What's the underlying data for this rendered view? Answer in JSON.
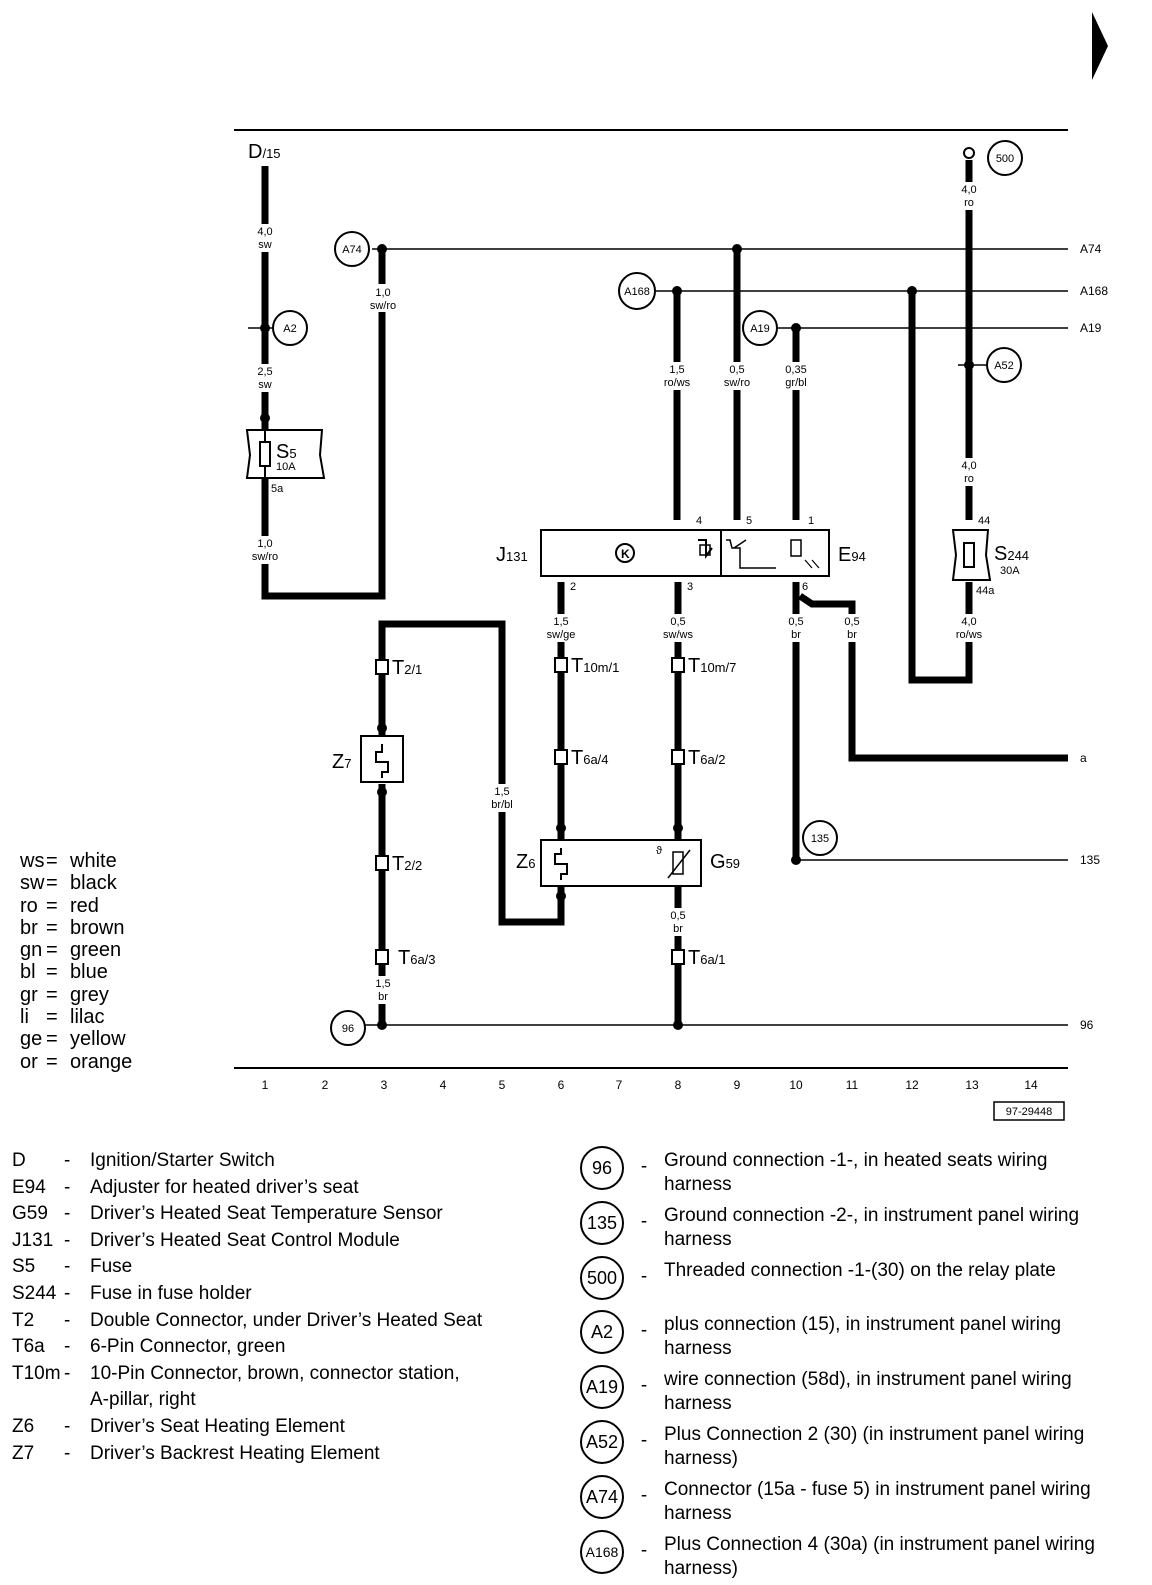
{
  "page_arrow_icon": "right-triangle-icon",
  "doc_number": "97-29448",
  "column_numbers": [
    "1",
    "2",
    "3",
    "4",
    "5",
    "6",
    "7",
    "8",
    "9",
    "10",
    "11",
    "12",
    "13",
    "14"
  ],
  "components": {
    "D": {
      "main": "D",
      "sub": "/15"
    },
    "S5": {
      "main": "S",
      "sub": "5",
      "rating": "10A",
      "pin": "5a"
    },
    "S244": {
      "main": "S",
      "sub": "244",
      "rating": "30A",
      "pin_top": "44",
      "pin_bottom": "44a"
    },
    "J131": {
      "main": "J",
      "sub": "131"
    },
    "E94": {
      "main": "E",
      "sub": "94"
    },
    "Z7": {
      "main": "Z",
      "sub": "7"
    },
    "Z6": {
      "main": "Z",
      "sub": "6"
    },
    "G59": {
      "main": "G",
      "sub": "59"
    }
  },
  "pins": {
    "j131_4": "4",
    "j131_5": "5",
    "j131_1": "1",
    "j131_2": "2",
    "j131_3": "3",
    "e94_6": "6"
  },
  "connectors": {
    "t2_1": {
      "main": "T",
      "sub": "2/1"
    },
    "t2_2": {
      "main": "T",
      "sub": "2/2"
    },
    "t10m_1": {
      "main": "T",
      "sub": "10m/1"
    },
    "t10m_7": {
      "main": "T",
      "sub": "10m/7"
    },
    "t6a_4": {
      "main": "T",
      "sub": "6a/4"
    },
    "t6a_2": {
      "main": "T",
      "sub": "6a/2"
    },
    "t6a_3": {
      "main": "T",
      "sub": "6a/3"
    },
    "t6a_1": {
      "main": "T",
      "sub": "6a/1"
    }
  },
  "circles": {
    "a74": "A74",
    "a2": "A2",
    "a168": "A168",
    "a19": "A19",
    "a52": "A52",
    "c500": "500",
    "c135": "135",
    "c96": "96"
  },
  "rail_labels": {
    "a74": "A74",
    "a168": "A168",
    "a19": "A19",
    "a": "a",
    "r135": "135",
    "r96": "96"
  },
  "wires": {
    "d15_top": {
      "size": "4,0",
      "color": "sw"
    },
    "d15_mid": {
      "size": "2,5",
      "color": "sw"
    },
    "s5_out": {
      "size": "1,0",
      "color": "sw/ro"
    },
    "a74_drop": {
      "size": "1,0",
      "color": "sw/ro"
    },
    "a168_j4": {
      "size": "1,5",
      "color": "ro/ws"
    },
    "a74_j5": {
      "size": "0,5",
      "color": "sw/ro"
    },
    "a19_e1": {
      "size": "0,35",
      "color": "gr/bl"
    },
    "c500_a52": {
      "size": "4,0",
      "color": "ro"
    },
    "a52_s244": {
      "size": "4,0",
      "color": "ro"
    },
    "s244_out": {
      "size": "4,0",
      "color": "ro/ws"
    },
    "j2_t10m1": {
      "size": "1,5",
      "color": "sw/ge"
    },
    "j3_t10m7": {
      "size": "0,5",
      "color": "sw/ws"
    },
    "e6_135": {
      "size": "0,5",
      "color": "br"
    },
    "e6_a": {
      "size": "0,5",
      "color": "br"
    },
    "z6_loop": {
      "size": "1,5",
      "color": "br/bl"
    },
    "g59_gnd": {
      "size": "0,5",
      "color": "br"
    },
    "t6a3_96": {
      "size": "1,5",
      "color": "br"
    }
  },
  "color_legend": [
    {
      "abbr": "ws",
      "name": "white"
    },
    {
      "abbr": "sw",
      "name": "black"
    },
    {
      "abbr": "ro",
      "name": "red"
    },
    {
      "abbr": "br",
      "name": "brown"
    },
    {
      "abbr": "gn",
      "name": "green"
    },
    {
      "abbr": "bl",
      "name": "blue"
    },
    {
      "abbr": "gr",
      "name": "grey"
    },
    {
      "abbr": "li",
      "name": "lilac"
    },
    {
      "abbr": "ge",
      "name": "yellow"
    },
    {
      "abbr": "or",
      "name": "orange"
    }
  ],
  "component_key": [
    {
      "code": "D",
      "desc": "Ignition/Starter Switch"
    },
    {
      "code": "E94",
      "desc": "Adjuster for heated driver’s seat"
    },
    {
      "code": "G59",
      "desc": "Driver’s Heated Seat Temperature Sensor"
    },
    {
      "code": "J131",
      "desc": "Driver’s Heated Seat Control Module"
    },
    {
      "code": "S5",
      "desc": "Fuse"
    },
    {
      "code": "S244",
      "desc": "Fuse in fuse holder"
    },
    {
      "code": "T2",
      "desc": "Double Connector, under Driver’s Heated Seat"
    },
    {
      "code": "T6a",
      "desc": "6-Pin Connector, green"
    },
    {
      "code": "T10m",
      "desc": "10-Pin Connector, brown, connector station,"
    },
    {
      "code": "",
      "desc": "A-pillar, right"
    },
    {
      "code": "Z6",
      "desc": "Driver’s Seat Heating Element"
    },
    {
      "code": "Z7",
      "desc": "Driver’s Backrest Heating Element"
    }
  ],
  "connection_key": [
    {
      "id": "96",
      "desc": "Ground connection -1-, in heated seats wiring harness"
    },
    {
      "id": "135",
      "desc": "Ground connection -2-, in instrument panel wiring harness"
    },
    {
      "id": "500",
      "desc": "Threaded connection -1-(30) on the relay plate"
    },
    {
      "id": "A2",
      "desc": "plus connection (15), in instrument panel wiring harness"
    },
    {
      "id": "A19",
      "desc": "wire connection (58d), in instrument panel wiring harness"
    },
    {
      "id": "A52",
      "desc": "Plus Connection 2 (30) (in instrument panel wiring harness)"
    },
    {
      "id": "A74",
      "desc": "Connector (15a - fuse 5) in instrument panel wiring harness"
    },
    {
      "id": "A168",
      "desc": "Plus Connection 4 (30a) (in instrument panel wiring harness)"
    }
  ]
}
